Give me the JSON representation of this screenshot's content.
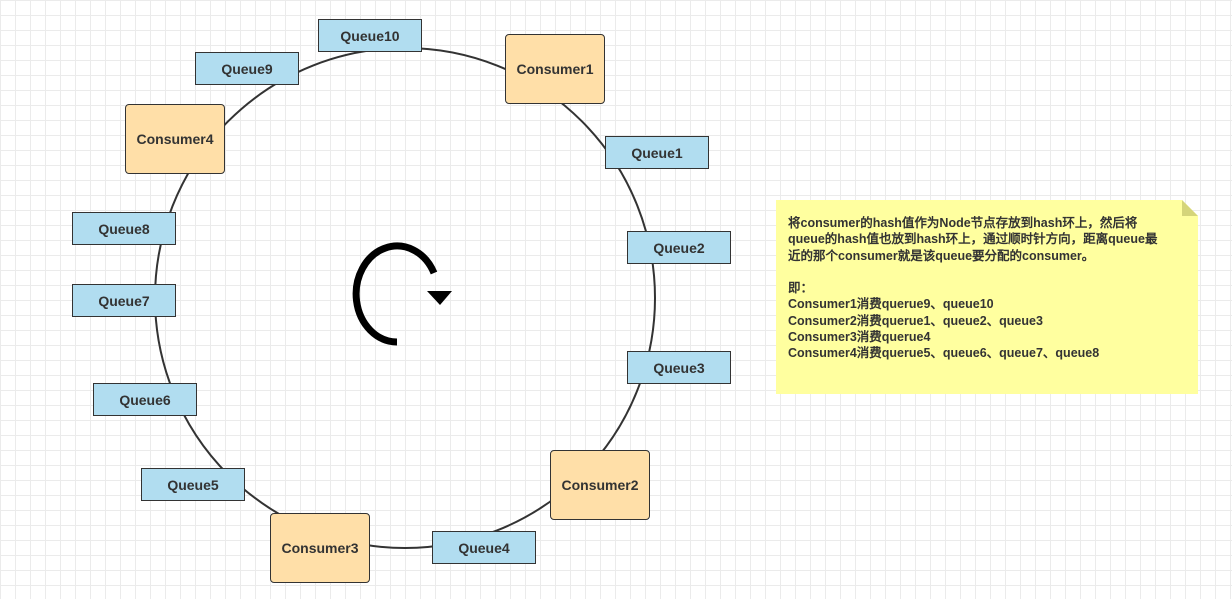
{
  "queues": [
    {
      "label": "Queue1"
    },
    {
      "label": "Queue2"
    },
    {
      "label": "Queue3"
    },
    {
      "label": "Queue4"
    },
    {
      "label": "Queue5"
    },
    {
      "label": "Queue6"
    },
    {
      "label": "Queue7"
    },
    {
      "label": "Queue8"
    },
    {
      "label": "Queue9"
    },
    {
      "label": "Queue10"
    }
  ],
  "consumers": [
    {
      "label": "Consumer1"
    },
    {
      "label": "Consumer2"
    },
    {
      "label": "Consumer3"
    },
    {
      "label": "Consumer4"
    }
  ],
  "note": {
    "lines": [
      "将consumer的hash值作为Node节点存放到hash环上，然后将",
      "queue的hash值也放到hash环上，通过顺时针方向，距离queue最",
      "近的那个consumer就是该queue要分配的consumer。",
      "",
      "即：",
      "Consumer1消费querue9、queue10",
      "Consumer2消费querue1、queue2、queue3",
      "Consumer3消费querue4",
      "Consumer4消费querue5、queue6、queue7、queue8"
    ]
  },
  "colors": {
    "queue_fill": "#b1ddf0",
    "consumer_fill": "#ffdfa8",
    "note_fill": "#ffff9f",
    "stroke": "#333333"
  }
}
